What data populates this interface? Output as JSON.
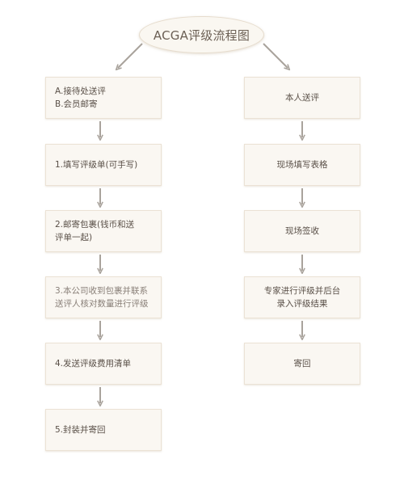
{
  "title": "ACGA评级流程图",
  "left_steps": [
    "A.接待处送评\nB.会员邮寄",
    "1.填写评级单(可手写)",
    "2.邮寄包裹(钱币和送\n评单一起)",
    "3.本公司收到包裹并联系\n送评人核对数量进行评级",
    "4.发送评级费用清单",
    "5.封装并寄回"
  ],
  "right_steps": [
    "本人送评",
    "现场填写表格",
    "现场签收",
    "专家进行评级并后台\n录入评级结果",
    "寄回"
  ],
  "colors": {
    "arrow": "#a9a39c",
    "box_fill": "#faf7f2",
    "box_border": "#ebe2d5"
  }
}
